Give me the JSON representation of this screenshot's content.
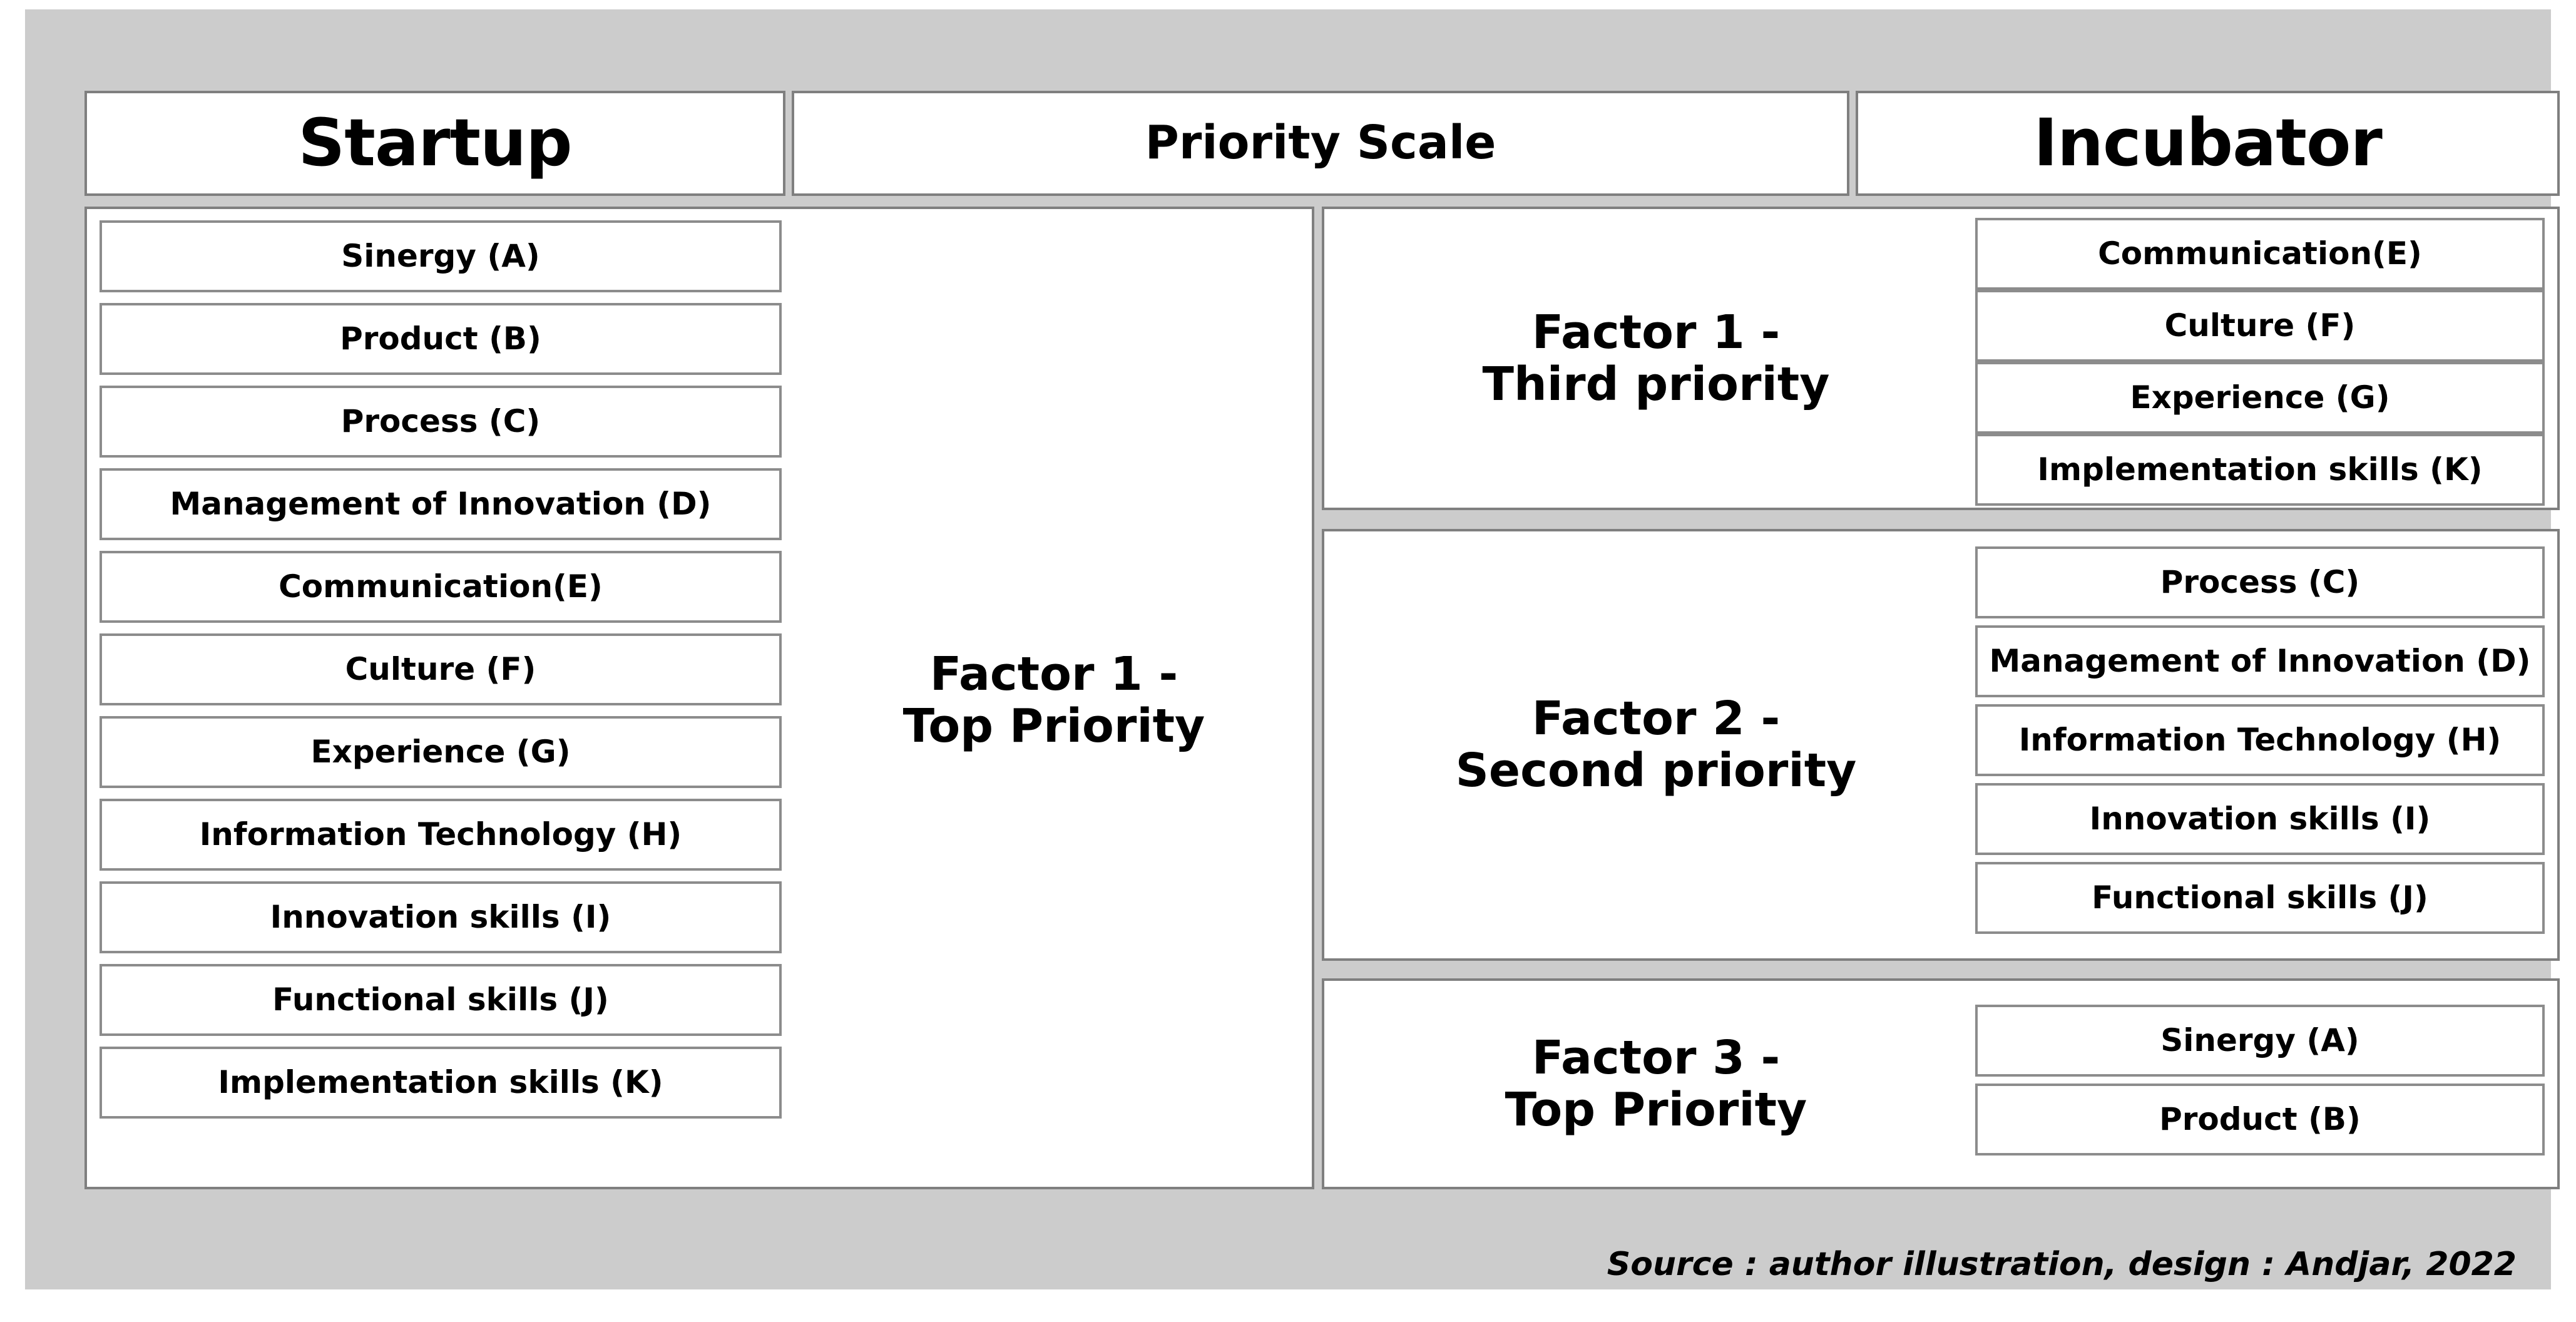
{
  "header": {
    "startup": "Startup",
    "priority_scale": "Priority Scale",
    "incubator": "Incubator"
  },
  "startup_column": {
    "items": [
      "Sinergy (A)",
      "Product (B)",
      "Process (C)",
      "Management of Innovation (D)",
      "Communication(E)",
      "Culture (F)",
      "Experience (G)",
      "Information Technology (H)",
      "Innovation skills (I)",
      "Functional skills (J)",
      "Implementation skills (K)"
    ]
  },
  "priority_scale": {
    "startup_factor": "Factor 1 -\nTop Priority"
  },
  "incubator_column": {
    "groups": [
      {
        "factor": "Factor 1 -\nThird priority",
        "items": [
          "Communication(E)",
          "Culture (F)",
          "Experience (G)",
          "Implementation skills (K)"
        ]
      },
      {
        "factor": "Factor 2 -\nSecond priority",
        "items": [
          "Process (C)",
          "Management of Innovation (D)",
          "Information Technology (H)",
          "Innovation skills (I)",
          "Functional skills (J)"
        ]
      },
      {
        "factor": "Factor 3 -\nTop Priority",
        "items": [
          "Sinergy (A)",
          "Product (B)"
        ]
      }
    ]
  },
  "caption": "Source : author illustration, design : Andjar, 2022",
  "colors": {
    "slide_background": "#cccccc",
    "box_fill": "#ffffff",
    "box_border": "#7f7f7f",
    "text": "#000000"
  }
}
